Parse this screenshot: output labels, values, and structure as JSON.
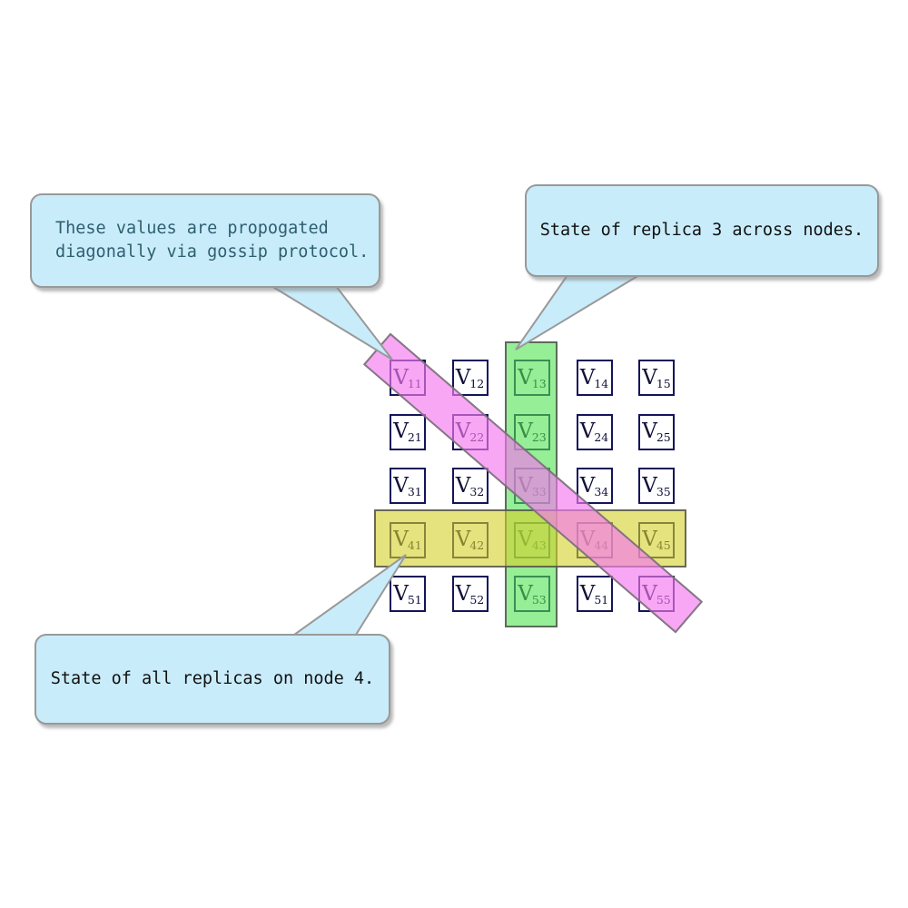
{
  "figure": {
    "background": "#ffffff"
  },
  "matrix": {
    "symbol": "V",
    "rows": [
      [
        "11",
        "12",
        "13",
        "14",
        "15"
      ],
      [
        "21",
        "22",
        "23",
        "24",
        "25"
      ],
      [
        "31",
        "32",
        "33",
        "34",
        "35"
      ],
      [
        "41",
        "42",
        "43",
        "44",
        "45"
      ],
      [
        "51",
        "52",
        "53",
        "51",
        "55"
      ]
    ],
    "cell_border_color": "#14145a",
    "text_color": "#10103a"
  },
  "highlights": {
    "replica_column": {
      "label": "replica-3-column",
      "fill": "rgba(80,227,80,0.6)",
      "border": "rgba(75,75,75,0.8)"
    },
    "node_row": {
      "label": "node-4-row",
      "fill": "rgba(212,208,40,0.6)",
      "border": "rgba(75,75,75,0.8)"
    },
    "gossip_diagonal": {
      "label": "gossip-diagonal",
      "fill": "rgba(245,120,240,0.65)",
      "border": "rgba(110,110,110,0.85)"
    }
  },
  "callouts": {
    "fill": "#c9ecfb",
    "border": "#999999",
    "gossip": {
      "line1": "These values are propogated",
      "line2": "diagonally via gossip protocol.",
      "text_color": "#2e5f6e"
    },
    "replica": {
      "text": "State of replica 3 across nodes.",
      "text_color": "#111111"
    },
    "node": {
      "text": "State of all replicas on node 4.",
      "text_color": "#111111"
    }
  }
}
